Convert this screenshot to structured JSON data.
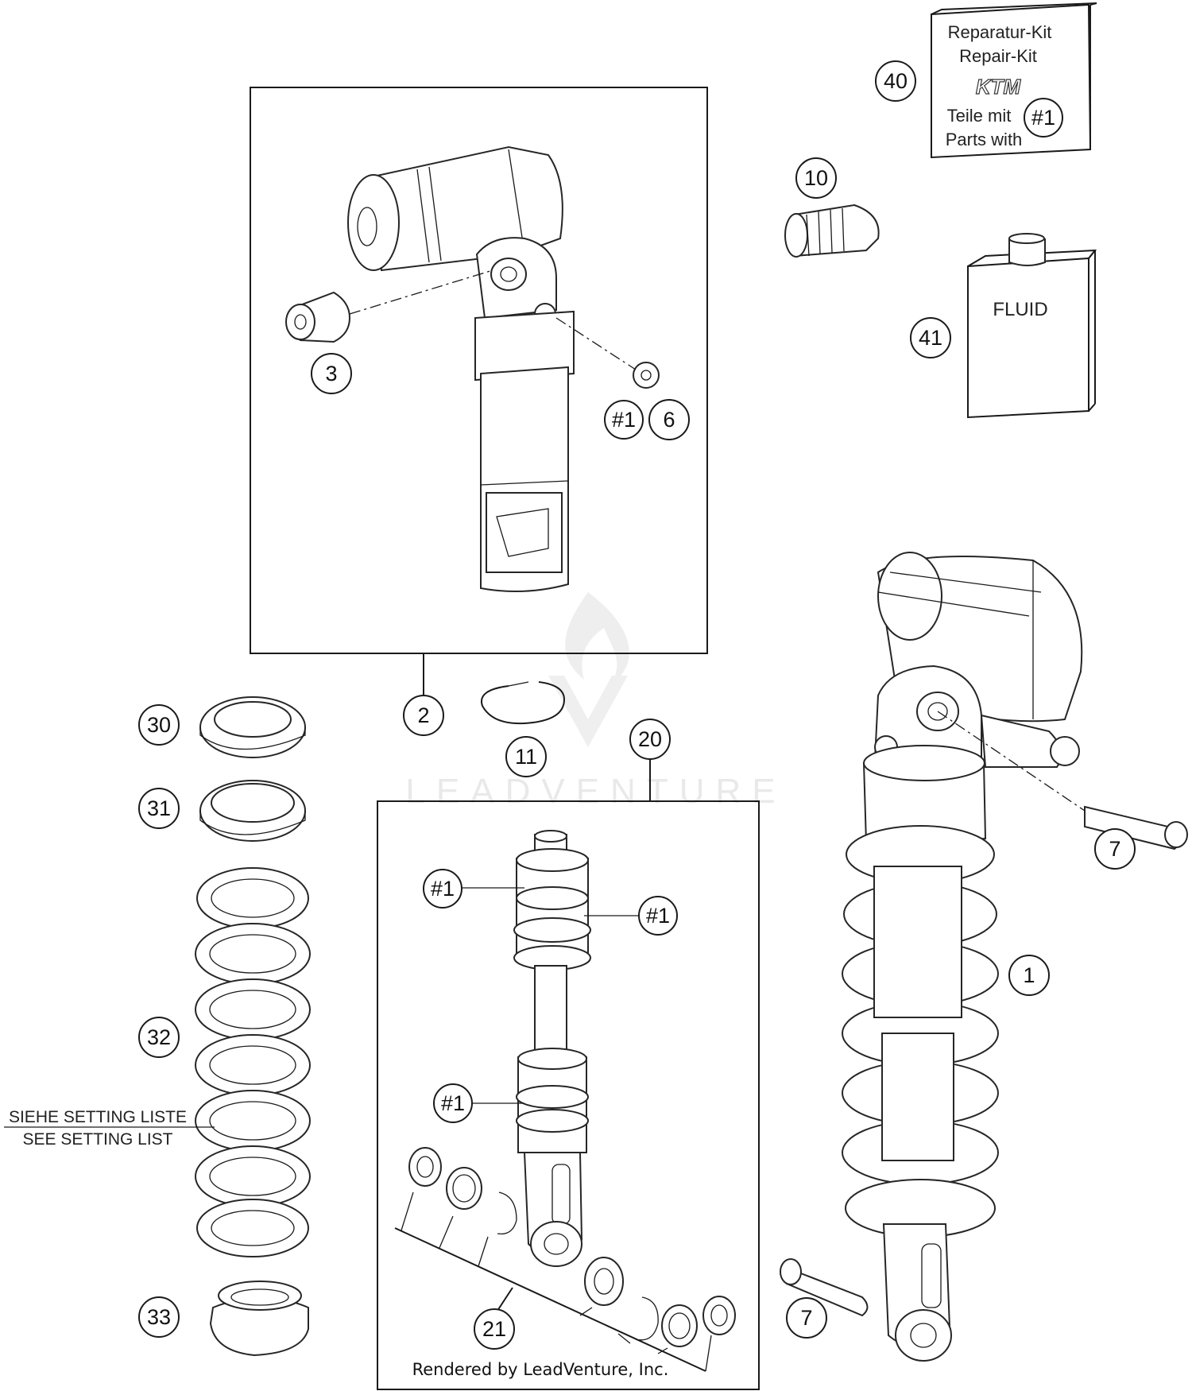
{
  "callouts": {
    "c1": "1",
    "c2": "2",
    "c3": "3",
    "c6": "6",
    "c7a": "7",
    "c7b": "7",
    "c10": "10",
    "c11": "11",
    "c20": "20",
    "c21": "21",
    "c30": "30",
    "c31": "31",
    "c32": "32",
    "c33": "33",
    "c40": "40",
    "c41": "41"
  },
  "refs": {
    "r1": "#1",
    "r2": "#1",
    "r3": "#1",
    "r4": "#1",
    "r5": "#1"
  },
  "repair_kit": {
    "line1": "Reparatur-Kit",
    "line2": "Repair-Kit",
    "line3": "Teile mit",
    "line4": "Parts with",
    "ref": "#1",
    "logo": "KTM"
  },
  "fluid_label": "FLUID",
  "setting_note": {
    "de": "SIEHE SETTING LISTE",
    "en": "SEE SETTING LIST"
  },
  "watermark": "LEADVENTURE",
  "credit": "Rendered by LeadVenture, Inc.",
  "icons": [
    "flame-logo-icon",
    "shock-absorber-icon",
    "spring-icon",
    "repair-kit-box-icon",
    "fluid-bottle-icon"
  ]
}
